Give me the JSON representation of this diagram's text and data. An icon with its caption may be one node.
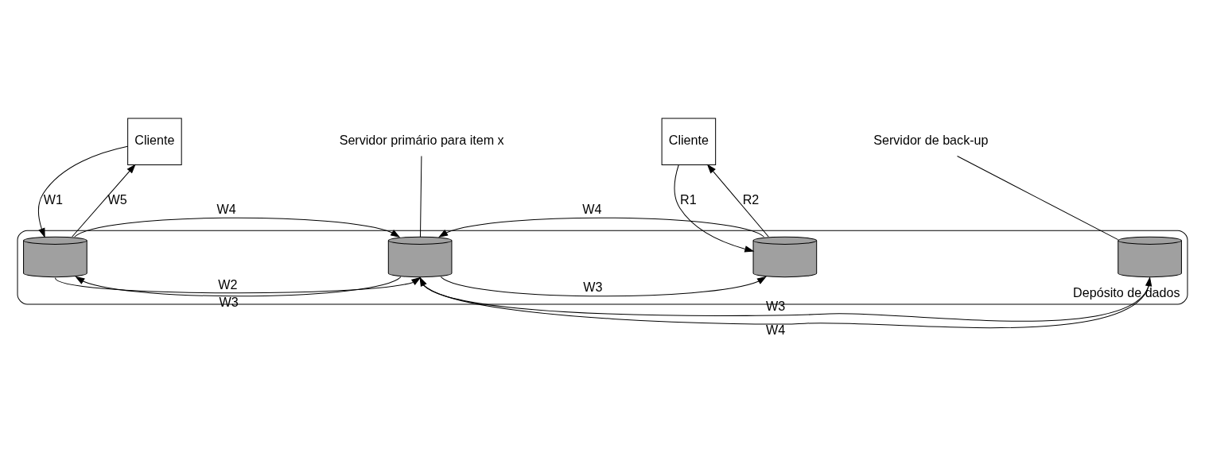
{
  "diagram": {
    "nodes": [
      {
        "text": [
          "Cliente"
        ]
      },
      {
        "text": [
          "Servidor primário para item x"
        ]
      },
      {
        "text": [
          "Cliente"
        ]
      },
      {
        "text": [
          "Servidor de back-up"
        ]
      },
      {
        "text": [
          "Depósito de dados"
        ]
      },
      {
        "text": [],
        "shape": "cylinder",
        "in": 4
      },
      {
        "text": [],
        "shape": "cylinder",
        "in": 4
      },
      {
        "text": [],
        "shape": "cylinder",
        "in": 4
      },
      {
        "text": [],
        "shape": "cylinder",
        "in": 4
      }
    ],
    "edges": [
      {
        "from": 0,
        "to": 5,
        "arrow": "to",
        "label": "W1"
      },
      {
        "from": 5,
        "to": 0,
        "arrow": "to",
        "label": "W5"
      },
      {
        "from": 2,
        "to": 7,
        "arrow": "to",
        "label": "R1"
      },
      {
        "from": 7,
        "to": 2,
        "arrow": "to",
        "label": "R2"
      },
      {
        "from": 5,
        "to": 6,
        "arrow": "to",
        "label": "W4"
      },
      {
        "from": 6,
        "to": 5,
        "arrow": "to",
        "label": "W3"
      },
      {
        "from": 7,
        "to": 6,
        "arrow": "to",
        "label": "W4"
      },
      {
        "from": 6,
        "to": 7,
        "arrow": "to",
        "label": "W3"
      },
      {
        "from": 5,
        "to": 6,
        "arrow": "to",
        "label": "W2"
      },
      {
        "from": 6,
        "to": 8,
        "arrow": "to",
        "label": "W3"
      },
      {
        "from": 8,
        "to": 6,
        "arrow": "to",
        "label": "W4"
      },
      {
        "from": 1,
        "to": 6,
        "arrow": "none"
      },
      {
        "from": 3,
        "to": 8,
        "arrow": "none"
      }
    ]
  }
}
